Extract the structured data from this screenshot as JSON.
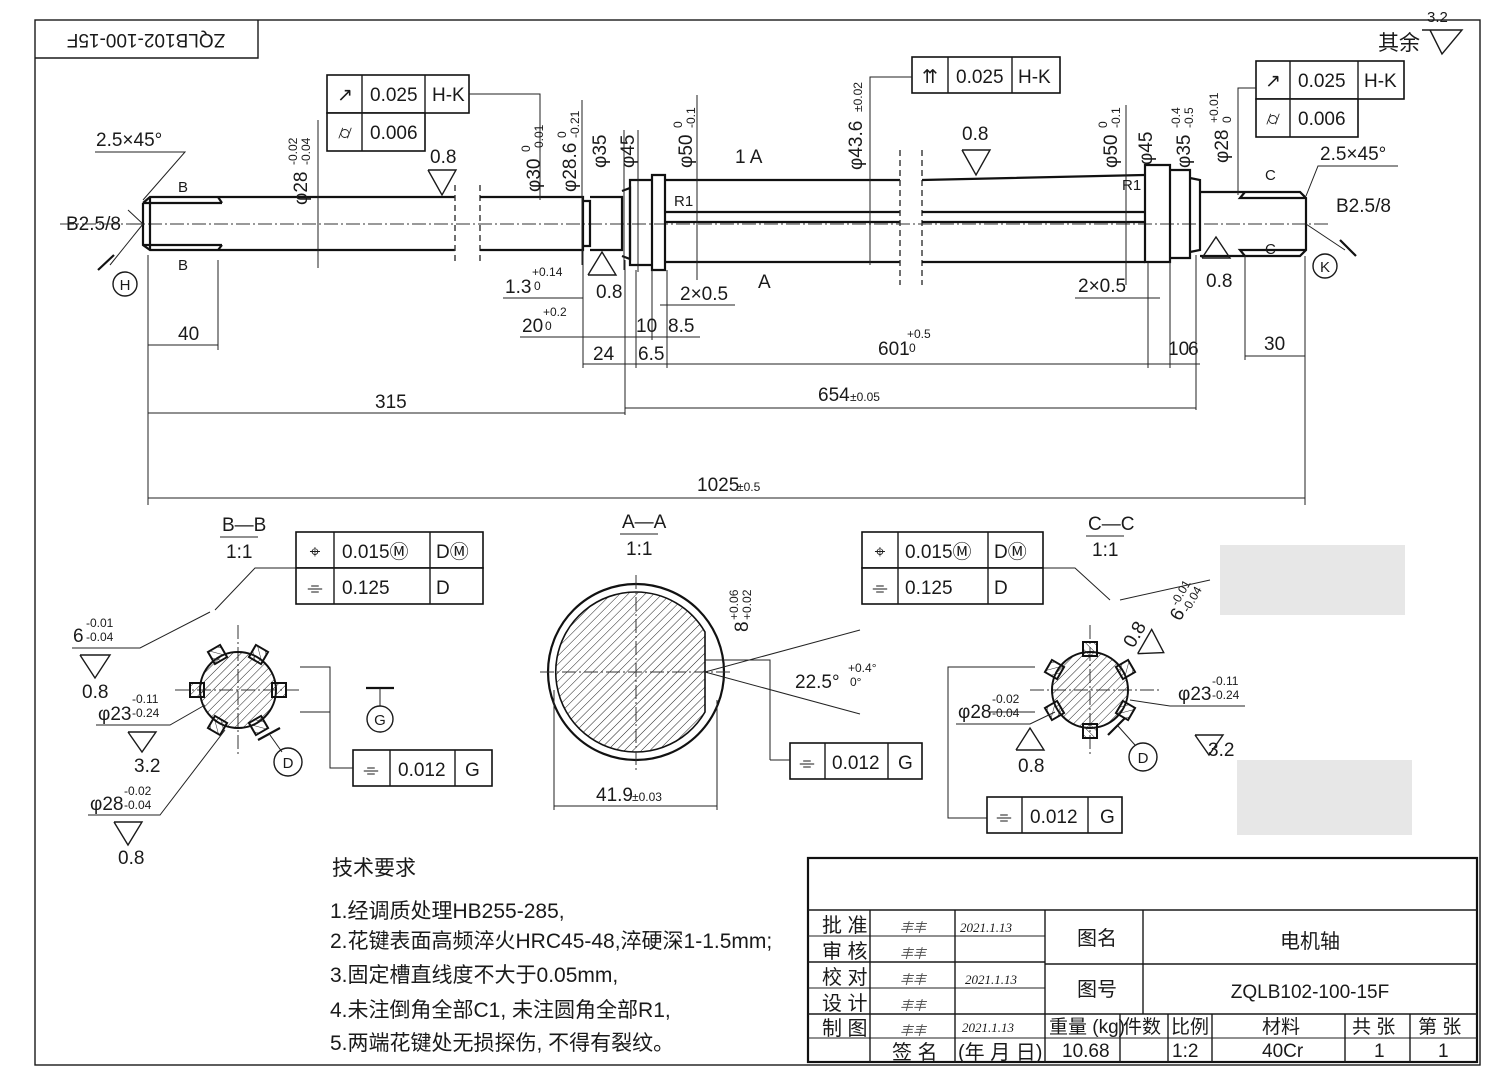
{
  "drawing_number_stamp": "ZQLB102-100-15F",
  "default_roughness": {
    "label": "其余",
    "value": "3.2"
  },
  "main_view": {
    "fcf_left": {
      "runout_value": "0.025",
      "runout_datum": "H-K",
      "cyl_value": "0.006"
    },
    "fcf_middle": {
      "value": "0.025",
      "datum": "H-K"
    },
    "fcf_right": {
      "runout_value": "0.025",
      "runout_datum": "H-K",
      "cyl_value": "0.006"
    },
    "chamfer_left": "2.5×45°",
    "center_hole_left": "B2.5/8",
    "chamfer_right": "2.5×45°",
    "center_hole_right": "B2.5/8",
    "datum_h": "H",
    "datum_k": "K",
    "section_b": "B",
    "section_a": "A",
    "section_a_top": "1 A",
    "section_c": "C",
    "fillet_left": "R1",
    "fillet_right": "R1",
    "roughness": [
      "0.8",
      "0.8",
      "0.8",
      "0.8"
    ],
    "diameters": {
      "d28_left": {
        "base": "φ28",
        "upper": "-0.02",
        "lower": "-0.04"
      },
      "d30": {
        "base": "φ30",
        "upper": "0",
        "lower": "-0.01"
      },
      "d28_6": {
        "base": "φ28.6",
        "upper": "0",
        "lower": "-0.21"
      },
      "d35_left": {
        "base": "φ35"
      },
      "d45_left": {
        "base": "φ45"
      },
      "d50_left": {
        "base": "φ50",
        "upper": "0",
        "lower": "-0.1"
      },
      "d43_6": {
        "base": "φ43.6",
        "tol": "±0.02"
      },
      "d50_right": {
        "base": "φ50",
        "upper": "0",
        "lower": "-0.1"
      },
      "d45_right": {
        "base": "φ45"
      },
      "d35_right": {
        "base": "φ35",
        "upper": "-0.4",
        "lower": "-0.5"
      },
      "d28_right": {
        "base": "φ28",
        "upper": "+0.01",
        "lower": "0"
      }
    },
    "lengths": {
      "l40": "40",
      "groove_width": {
        "base": "1.3",
        "upper": "+0.14",
        "lower": "0"
      },
      "groove_pos": {
        "base": "20",
        "upper": "+0.2",
        "lower": "0"
      },
      "chamfer_2x05_left": "2×0.5",
      "chamfer_2x05_right": "2×0.5",
      "l10": "10",
      "l8_5": "8.5",
      "l24": "24",
      "l6_5": "6.5",
      "l601": {
        "base": "601",
        "upper": "+0.5",
        "lower": "0"
      },
      "l10_right": "10",
      "l6_right": "6",
      "l30": "30",
      "l654": {
        "base": "654",
        "tol": "±0.05"
      },
      "l315": "315",
      "l1025": {
        "base": "1025",
        "tol": "±0.5"
      }
    }
  },
  "section_bb": {
    "title": "B—B",
    "scale": "1:1",
    "fcf": {
      "pos_value": "0.015Ⓜ",
      "pos_datum": "DⓂ",
      "sym_value": "0.125",
      "sym_datum": "D"
    },
    "fcf_keyway": {
      "value": "0.012",
      "datum": "G"
    },
    "width6": {
      "base": "6",
      "upper": "-0.01",
      "lower": "-0.04"
    },
    "d23": {
      "base": "φ23",
      "upper": "-0.11",
      "lower": "-0.24"
    },
    "d28": {
      "base": "φ28",
      "upper": "-0.02",
      "lower": "-0.04"
    },
    "roughness": [
      "0.8",
      "3.2",
      "0.8"
    ],
    "datum_g": "G",
    "datum_d": "D"
  },
  "section_aa": {
    "title": "A—A",
    "scale": "1:1",
    "keyway_depth": {
      "base": "8",
      "upper": "+0.06",
      "lower": "+0.02"
    },
    "angle": {
      "base": "22.5°",
      "upper": "+0.4°",
      "lower": "0°"
    },
    "width": {
      "base": "41.9",
      "tol": "±0.03"
    },
    "fcf_keyway": {
      "value": "0.012",
      "datum": "G"
    }
  },
  "section_cc": {
    "title": "C—C",
    "scale": "1:1",
    "fcf": {
      "pos_value": "0.015Ⓜ",
      "pos_datum": "DⓂ",
      "sym_value": "0.125",
      "sym_datum": "D"
    },
    "fcf_keyway": {
      "value": "0.012",
      "datum": "G"
    },
    "width6": {
      "base": "6",
      "upper": "-0.01",
      "lower": "-0.04"
    },
    "d23": {
      "base": "φ23",
      "upper": "-0.11",
      "lower": "-0.24"
    },
    "d28": {
      "base": "φ28",
      "upper": "-0.02",
      "lower": "-0.04"
    },
    "roughness": [
      "0.8",
      "0.8",
      "3.2"
    ],
    "datum_d": "D"
  },
  "tech_requirements": {
    "title": "技术要求",
    "items": [
      "1.经调质处理HB255-285,",
      "2.花键表面高频淬火HRC45-48,淬硬深1-1.5mm;",
      "3.固定槽直线度不大于0.05mm,",
      "4.未注倒角全部C1, 未注圆角全部R1,",
      "5.两端花键处无损探伤, 不得有裂纹。"
    ]
  },
  "title_block": {
    "roles": [
      "批 准",
      "审 核",
      "校 对",
      "设 计",
      "制 图"
    ],
    "sign_label": "签 名",
    "date_label": "(年 月 日)",
    "dates": [
      "2021.1.13",
      "2021.1.13",
      "2021.1.13"
    ],
    "name_label": "图名",
    "name_value": "电机轴",
    "number_label": "图号",
    "number_value": "ZQLB102-100-15F",
    "weight_label": "重量 (kg)",
    "weight_value": "10.68",
    "qty_label": "件数",
    "qty_value": "",
    "scale_label": "比例",
    "scale_value": "1:2",
    "material_label": "材料",
    "material_value": "40Cr",
    "sheets_total_label": "共 张",
    "sheets_total_value": "1",
    "sheet_no_label": "第 张",
    "sheet_no_value": "1"
  }
}
